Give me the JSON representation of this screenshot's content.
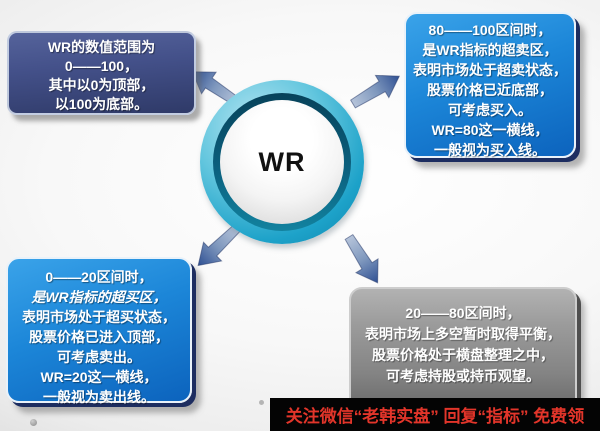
{
  "center": {
    "label": "WR"
  },
  "boxes": {
    "top_left": {
      "lines": [
        "WR的数值范围为",
        "0——100，",
        "其中以0为顶部，",
        "以100为底部。"
      ],
      "bg_color": "#44518a"
    },
    "top_right": {
      "lines": [
        "80——100区间时，",
        "是WR指标的超卖区，",
        "表明市场处于超卖状态，",
        "股票价格已近底部，",
        "可考虑买入。",
        "WR=80这一横线，",
        "一般视为买入线。"
      ],
      "bg_color": "#1c86d8"
    },
    "bottom_left": {
      "lines": [
        "0——20区间时，",
        "是WR指标的超买区，",
        "表明市场处于超买状态，",
        "股票价格已进入顶部，",
        "可考虑卖出。",
        "WR=20这一横线，",
        "一般视为卖出线。"
      ],
      "bg_color": "#1c86d8"
    },
    "bottom_right": {
      "lines": [
        "20——80区间时，",
        "表明市场上多空暂时取得平衡，",
        "股票价格处于横盘整理之中，",
        "可考虑持股或持币观望。"
      ],
      "bg_color": "#8b8b8b"
    }
  },
  "footer": {
    "text": "关注微信“老韩实盘” 回复“指标” 免费领",
    "text_color": "#e2352a",
    "bg_color": "#040404"
  },
  "colors": {
    "circle_outer_ring": "#1da2c9",
    "circle_dark_ring": "#0b607e",
    "circle_inner": "#ffffff",
    "arrow_light": "#b6c4da",
    "arrow_dark": "#2f5093",
    "navy_box": "#44518a",
    "blue_box": "#1c86d8",
    "gray_box": "#8b8b8b"
  }
}
